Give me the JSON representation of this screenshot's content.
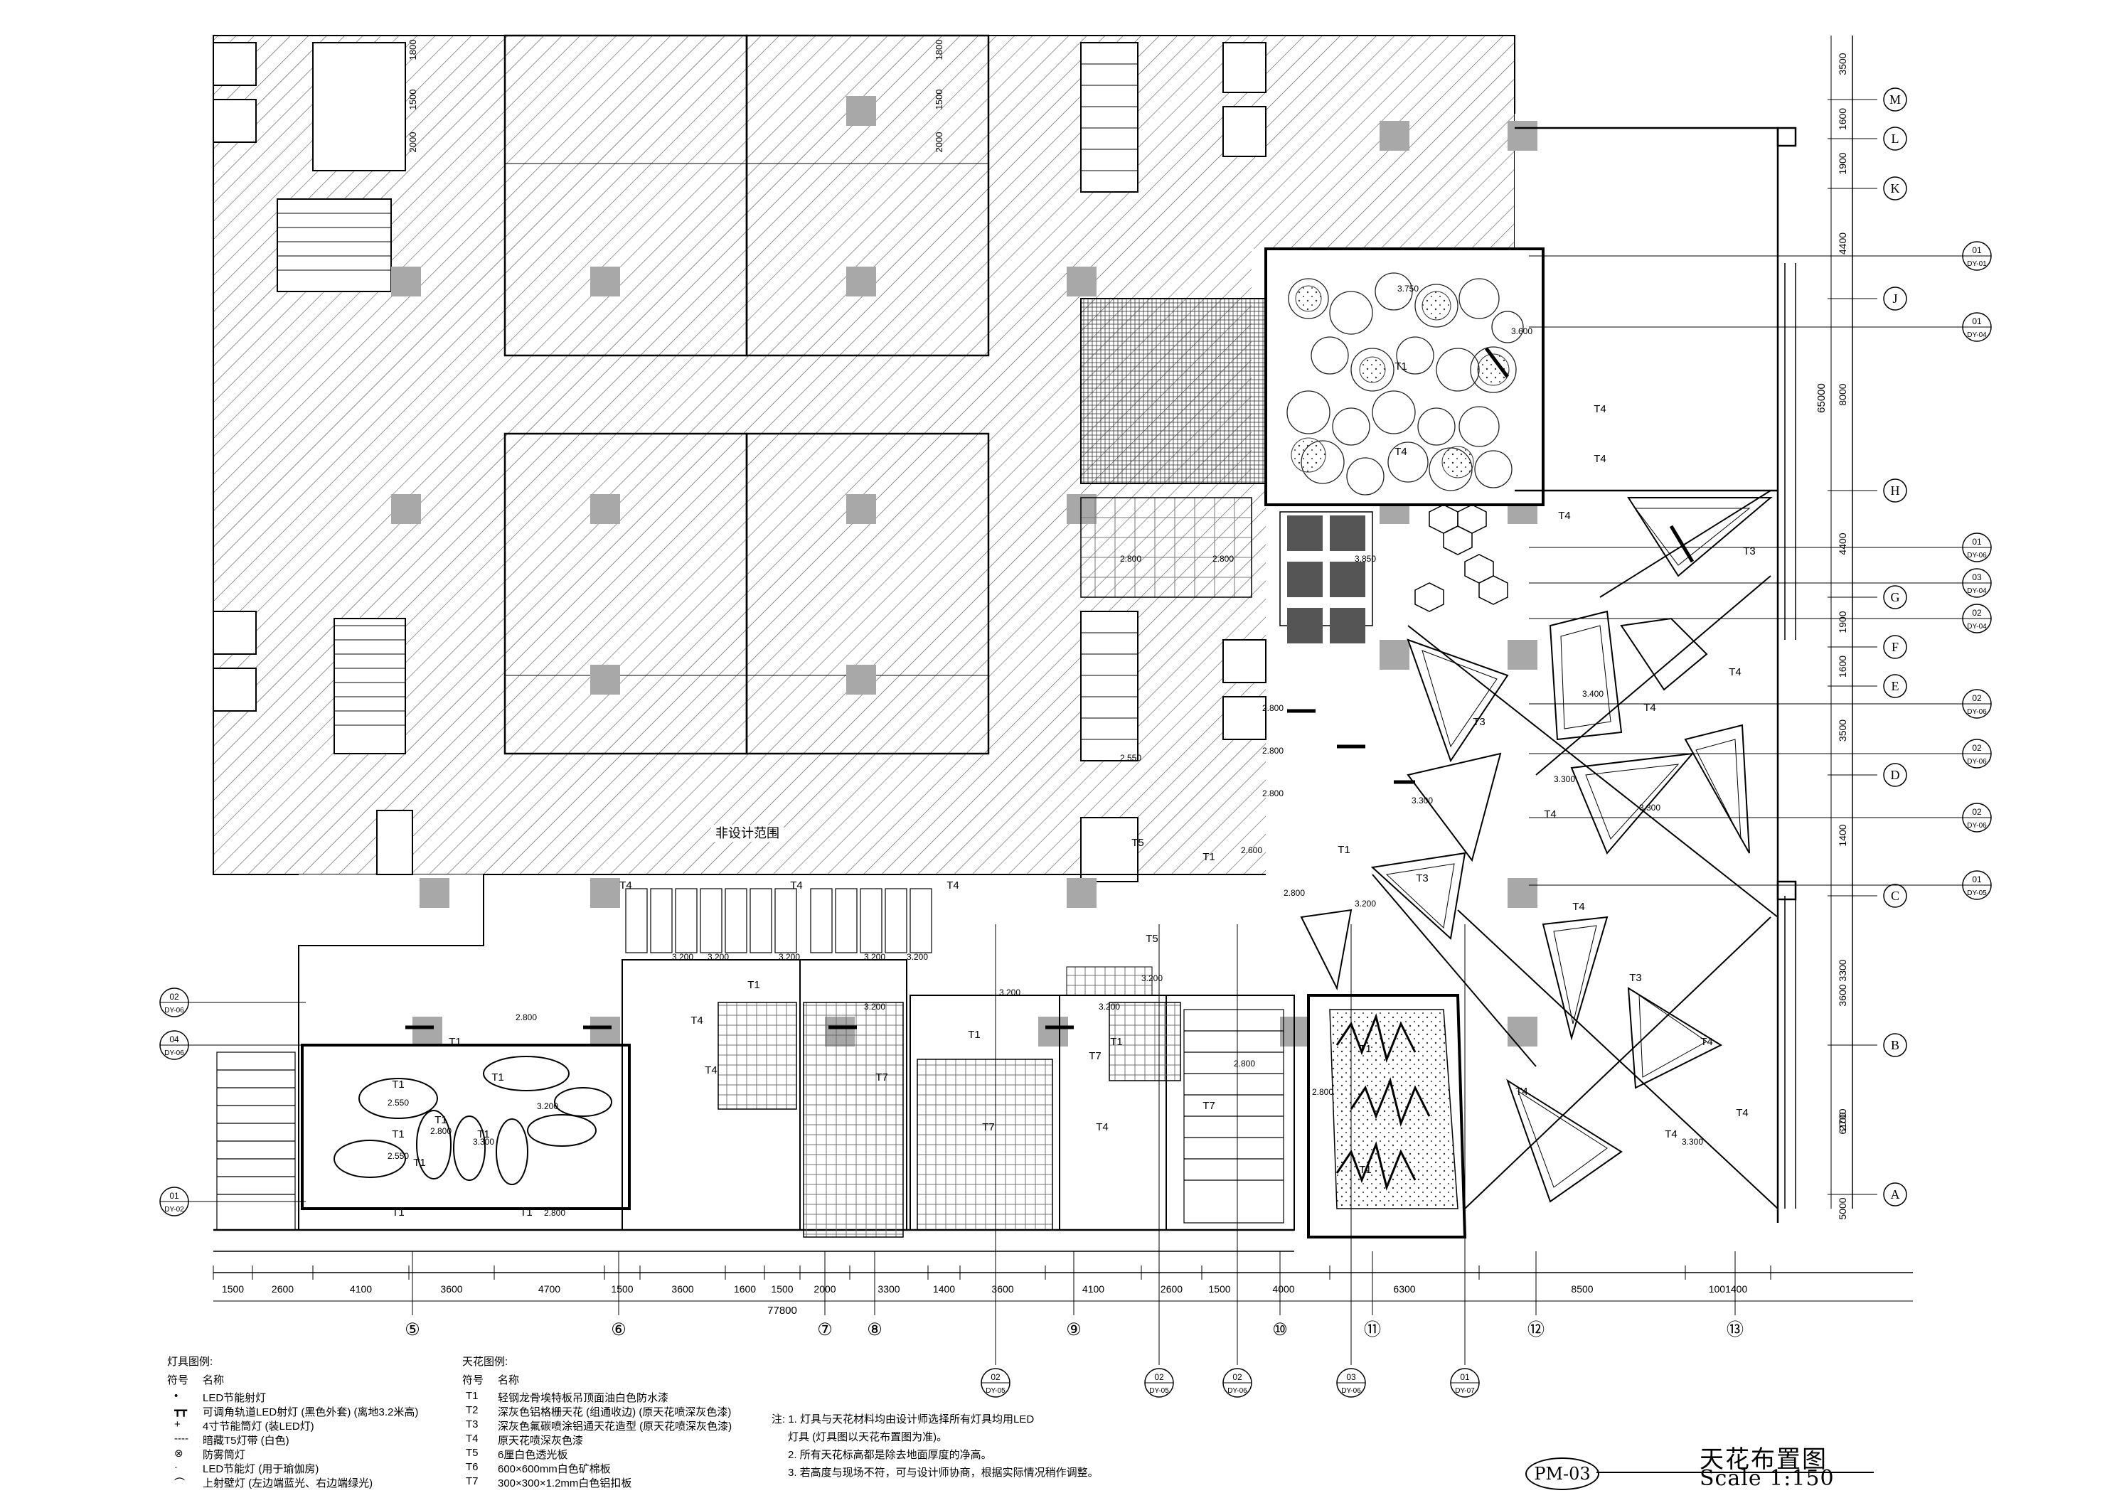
{
  "drawing": {
    "title": "天花布置图",
    "scale": "Scale 1:150",
    "sheet_no": "PM-03",
    "non_design_label": "非设计范围"
  },
  "grid_rows": [
    {
      "label": "M",
      "dim": "3500"
    },
    {
      "label": "L",
      "dim": "1600"
    },
    {
      "label": "K",
      "dim": "1900"
    },
    {
      "label": "J",
      "dim": "4400"
    },
    {
      "label": "H",
      "dim": "8000"
    },
    {
      "label": "G",
      "dim": "4400"
    },
    {
      "label": "F",
      "dim": "1900"
    },
    {
      "label": "E",
      "dim": "1600"
    },
    {
      "label": "D",
      "dim": "3500"
    },
    {
      "label": "C",
      "dim": "1400"
    },
    {
      "label": "B",
      "dim": "3300"
    },
    {
      "label": "A",
      "dim": "2700"
    }
  ],
  "right_extra_dims": [
    "3600",
    "6100",
    "5000"
  ],
  "right_total": "65000",
  "grid_cols": [
    "⑤",
    "⑥",
    "⑦",
    "⑧",
    "⑨",
    "⑩",
    "⑪",
    "⑫",
    "⑬"
  ],
  "bottom_dims": [
    "1500",
    "2600",
    "4100",
    "3600",
    "4700",
    "1500",
    "3600",
    "1600",
    "1500",
    "2000",
    "3300",
    "1400",
    "3600",
    "4100",
    "2600",
    "1500",
    "4000",
    "6300",
    "8500",
    "1001400"
  ],
  "bottom_total": "77800",
  "section_marks_right": [
    {
      "top": "01",
      "bottom": "DY-01"
    },
    {
      "top": "01",
      "bottom": "DY-04"
    },
    {
      "top": "01",
      "bottom": "DY-06"
    },
    {
      "top": "03",
      "bottom": "DY-04"
    },
    {
      "top": "02",
      "bottom": "DY-04"
    },
    {
      "top": "02",
      "bottom": "DY-06"
    },
    {
      "top": "02",
      "bottom": "DY-06"
    },
    {
      "top": "02",
      "bottom": "DY-06"
    },
    {
      "top": "01",
      "bottom": "DY-05"
    }
  ],
  "section_marks_left": [
    {
      "top": "02",
      "bottom": "DY-06"
    },
    {
      "top": "04",
      "bottom": "DY-06"
    },
    {
      "top": "01",
      "bottom": "DY-02"
    }
  ],
  "section_marks_bottom": [
    {
      "top": "02",
      "bottom": "DY-05"
    },
    {
      "top": "02",
      "bottom": "DY-05"
    },
    {
      "top": "02",
      "bottom": "DY-06"
    },
    {
      "top": "03",
      "bottom": "DY-06"
    },
    {
      "top": "01",
      "bottom": "DY-07"
    }
  ],
  "light_legend": {
    "title": "灯具图例:",
    "header": {
      "symbol": "符号",
      "name": "名称"
    },
    "items": [
      {
        "symbol": "•",
        "name": "LED节能射灯"
      },
      {
        "symbol": "┳┳",
        "name": "可调角轨道LED射灯 (黑色外套) (离地3.2米高)"
      },
      {
        "symbol": "+",
        "name": "4寸节能筒灯 (装LED灯)"
      },
      {
        "symbol": "----",
        "name": "暗藏T5灯带 (白色)"
      },
      {
        "symbol": "⊗",
        "name": "防雾筒灯"
      },
      {
        "symbol": "·",
        "name": "LED节能灯 (用于瑜伽房)"
      },
      {
        "symbol": "⌒",
        "name": "上射壁灯 (左边端蓝光、右边端绿光)"
      }
    ]
  },
  "ceiling_legend": {
    "title": "天花图例:",
    "header": {
      "symbol": "符号",
      "name": "名称"
    },
    "items": [
      {
        "symbol": "T1",
        "name": "轻钢龙骨埃特板吊顶面油白色防水漆"
      },
      {
        "symbol": "T2",
        "name": "深灰色铝格栅天花 (组通收边) (原天花喷深灰色漆)"
      },
      {
        "symbol": "T3",
        "name": "深灰色氟碳喷涂铝通天花造型 (原天花喷深灰色漆)"
      },
      {
        "symbol": "T4",
        "name": "原天花喷深灰色漆"
      },
      {
        "symbol": "T5",
        "name": "6厘白色透光板"
      },
      {
        "symbol": "T6",
        "name": "600×600mm白色矿棉板"
      },
      {
        "symbol": "T7",
        "name": "300×300×1.2mm白色铝扣板"
      }
    ]
  },
  "notes": [
    "注: 1. 灯具与天花材料均由设计师选择所有灯具均用LED",
    "灯具 (灯具图以天花布置图为准)。",
    "2. 所有天花标高都是除去地面厚度的净高。",
    "3. 若高度与现场不符，可与设计师协商，根据实际情况稍作调整。"
  ],
  "ceiling_codes": [
    "T1",
    "T2",
    "T3",
    "T4",
    "T5",
    "T6",
    "T7"
  ],
  "heights": [
    "2.800",
    "3.200",
    "3.300",
    "3.800",
    "3.750",
    "3.600",
    "2.600",
    "3.850",
    "2.550",
    "3.400"
  ],
  "left_dims_top": [
    "1800",
    "1500",
    "2000",
    "1800",
    "1500",
    "2000"
  ]
}
